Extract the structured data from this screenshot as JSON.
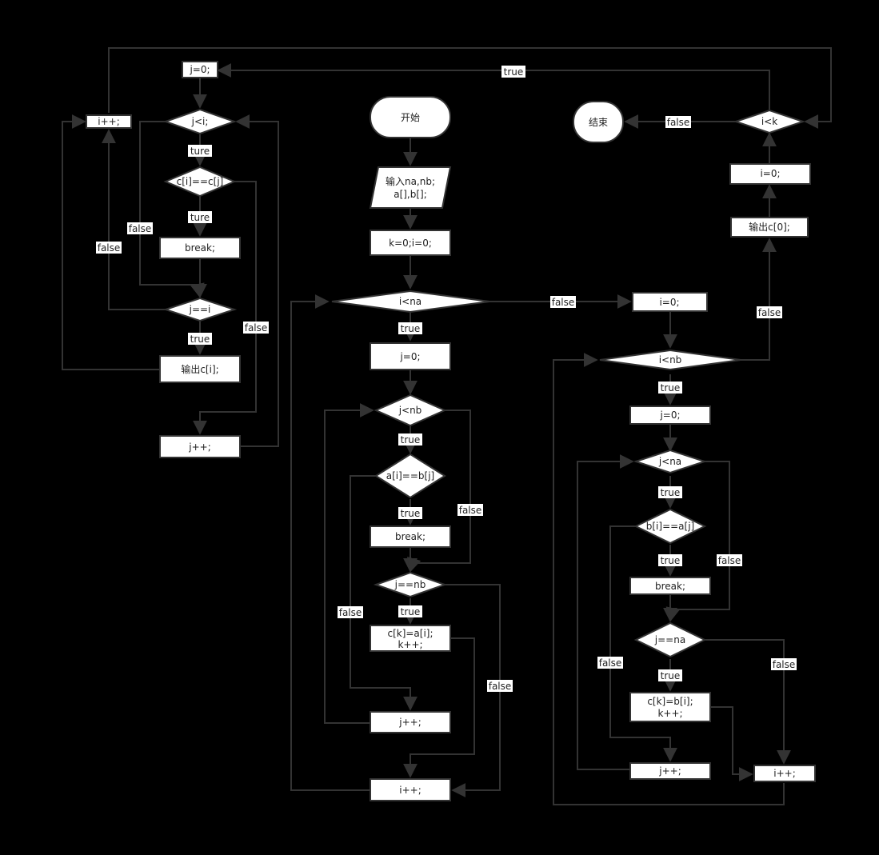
{
  "nodes": {
    "start": "开始",
    "input1": "输入na,nb;",
    "input2": "a[],b[];",
    "init_ki": "k=0;i=0;",
    "cond_i_na": "i<na",
    "m_j0": "j=0;",
    "cond_j_nb": "j<nb",
    "cond_ai_bj": "a[i]==b[j]",
    "m_break": "break;",
    "cond_j_eq_nb": "j==nb",
    "m_ck1": "c[k]=a[i];",
    "m_ck2": "k++;",
    "m_jpp": "j++;",
    "m_ipp": "i++;",
    "r_i0": "i=0;",
    "cond_i_nb": "i<nb",
    "r_j0": "j=0;",
    "cond_j_na": "j<na",
    "cond_bi_aj": "b[i]==a[j]",
    "r_break": "break;",
    "cond_j_eq_na": "j==na",
    "r_ck1": "c[k]=b[i];",
    "r_ck2": "k++;",
    "r_jpp": "j++;",
    "r_ipp": "i++;",
    "out_c0": "输出c[0];",
    "fr_i0": "i=0;",
    "cond_i_k": "i<k",
    "end": "结束",
    "l_j0": "j=0;",
    "cond_j_i": "j<i;",
    "cond_ci_cj": "c[i]==c[j]",
    "l_break": "break;",
    "cond_j_eq_i": "j==i",
    "out_ci": "输出c[i];",
    "l_jpp": "j++;",
    "l_ipp": "i++;"
  },
  "edge_labels": {
    "true": "true",
    "false": "false",
    "ture": "ture"
  }
}
